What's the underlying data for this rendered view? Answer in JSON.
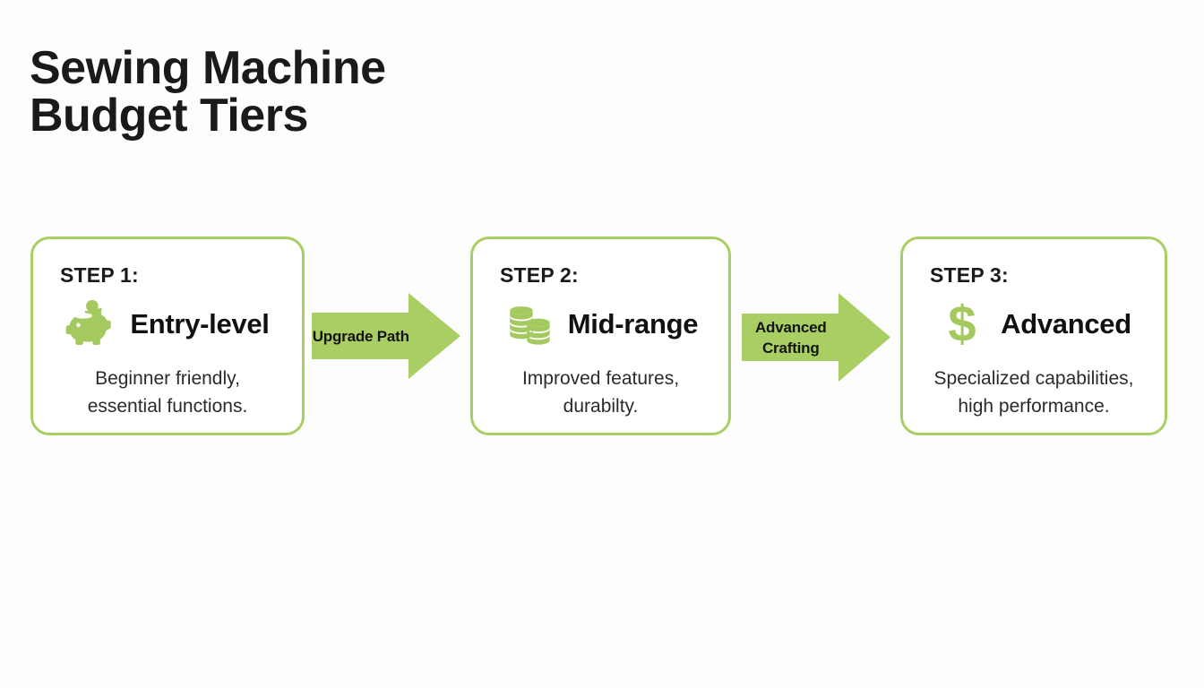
{
  "title": "Sewing Machine\nBudget Tiers",
  "colors": {
    "accent_green": "#a9ce63",
    "background": "#fdfdfd",
    "text_dark": "#1a1a1a",
    "card_background": "#ffffff"
  },
  "diagram_data": {
    "type": "process-flow",
    "orientation": "horizontal",
    "steps": [
      {
        "step_label": "STEP 1:",
        "heading": "Entry-level",
        "icon": "piggy-bank-icon",
        "description": "Beginner friendly,\nessential functions."
      },
      {
        "step_label": "STEP 2:",
        "heading": "Mid-range",
        "icon": "coin-stacks-icon",
        "description": "Improved features,\ndurabilty."
      },
      {
        "step_label": "STEP 3:",
        "heading": "Advanced",
        "icon": "dollar-sign-icon",
        "description": "Specialized capabilities,\nhigh performance."
      }
    ],
    "connectors": [
      {
        "label": "Upgrade Path",
        "from": "STEP 1:",
        "to": "STEP 2:",
        "shape": "right-arrow"
      },
      {
        "label": "Advanced\nCrafting",
        "from": "STEP 2:",
        "to": "STEP 3:",
        "shape": "right-arrow"
      }
    ]
  }
}
